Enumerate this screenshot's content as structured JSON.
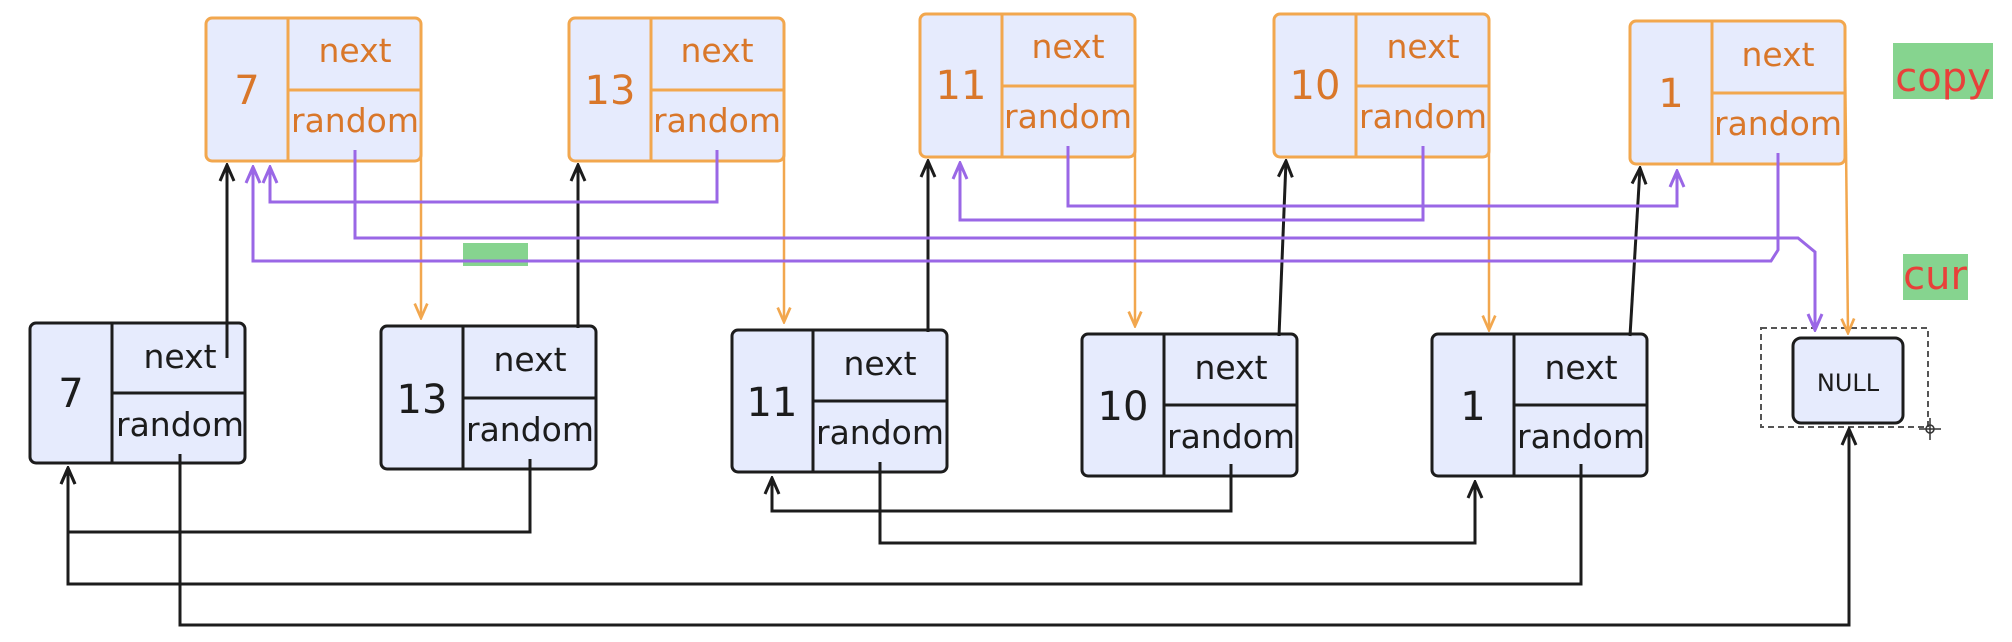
{
  "original_nodes": [
    {
      "value": "7",
      "next_label": "next",
      "random_label": "random"
    },
    {
      "value": "13",
      "next_label": "next",
      "random_label": "random"
    },
    {
      "value": "11",
      "next_label": "next",
      "random_label": "random"
    },
    {
      "value": "10",
      "next_label": "next",
      "random_label": "random"
    },
    {
      "value": "1",
      "next_label": "next",
      "random_label": "random"
    }
  ],
  "copy_nodes": [
    {
      "value": "7",
      "next_label": "next",
      "random_label": "random"
    },
    {
      "value": "13",
      "next_label": "next",
      "random_label": "random"
    },
    {
      "value": "11",
      "next_label": "next",
      "random_label": "random"
    },
    {
      "value": "10",
      "next_label": "next",
      "random_label": "random"
    },
    {
      "value": "1",
      "next_label": "next",
      "random_label": "random"
    }
  ],
  "null_node": {
    "label": "NULL"
  },
  "labels": {
    "copy": "copy",
    "cur": "cur"
  },
  "colors": {
    "node_fill": "#e6ebfd",
    "original_stroke": "#1c1c1c",
    "copy_stroke": "#f2a74e",
    "copy_text": "#d9772a",
    "random_arrow": "#9a67e6",
    "label_text": "#e8403a",
    "label_highlight": "#86d48f"
  }
}
